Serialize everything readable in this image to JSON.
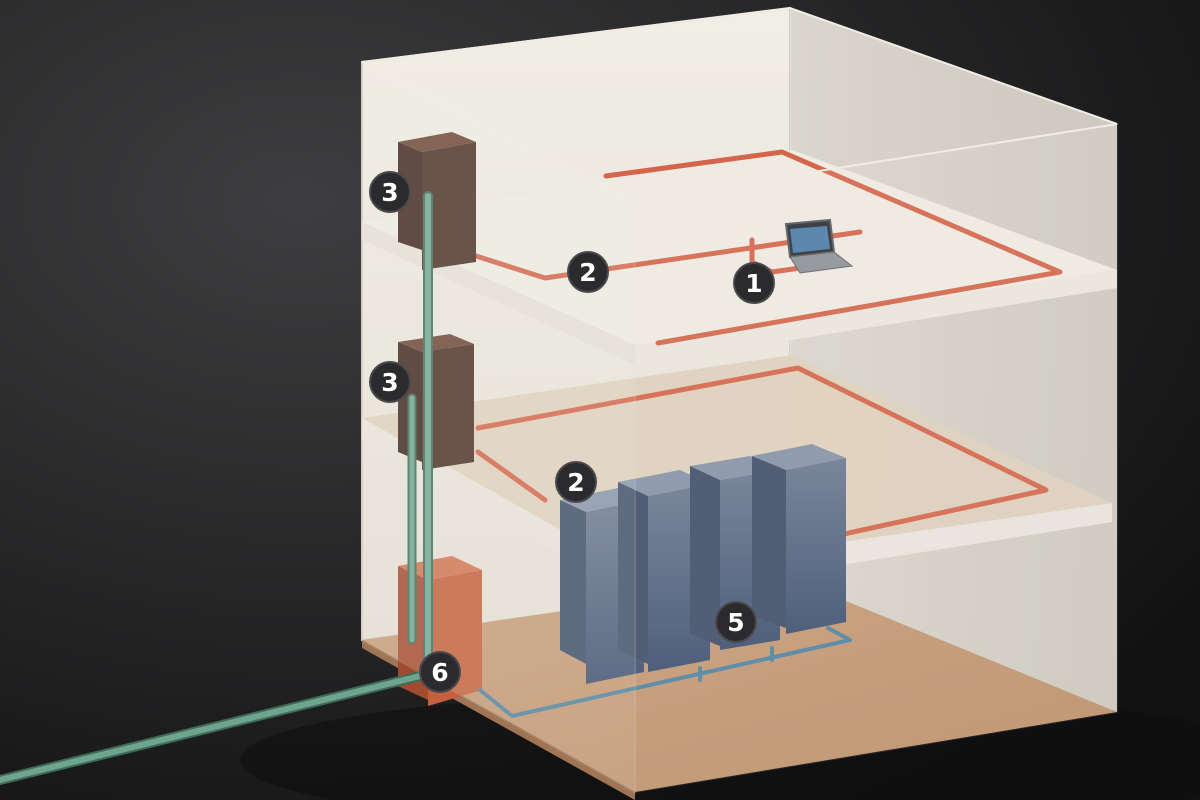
{
  "diagram": {
    "callouts": [
      {
        "id": "c1",
        "label": "1"
      },
      {
        "id": "c2a",
        "label": "2"
      },
      {
        "id": "c2b",
        "label": "2"
      },
      {
        "id": "c3a",
        "label": "3"
      },
      {
        "id": "c3b",
        "label": "3"
      },
      {
        "id": "c5",
        "label": "5"
      },
      {
        "id": "c6",
        "label": "6"
      }
    ],
    "colors": {
      "background": "#1b1b1c",
      "wall": "#ece9e0",
      "floor_upper": "#efebe3",
      "floor_middle": "#dccdb9",
      "floor_ground": "#c59a76",
      "horizontal_cabling": "#d4654b",
      "backbone": "#6fa58f",
      "equipment_cabling": "#4f82a0",
      "telecom_room": "#4a2e24",
      "entrance_facility": "#c4603d",
      "server_rack": "#4f6280",
      "callout_fill": "#2b2b2d",
      "callout_text": "#ffffff"
    },
    "icons": [
      "laptop-icon",
      "server-rack-icon",
      "telecom-room-box-icon",
      "entrance-facility-box-icon"
    ]
  }
}
